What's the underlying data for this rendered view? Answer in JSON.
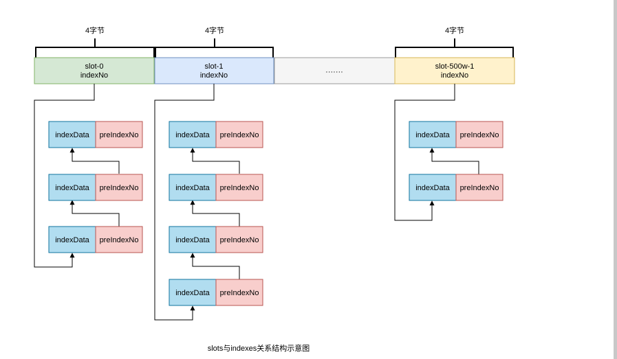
{
  "diagram": {
    "size_label": "4字节",
    "ellipsis": "·······",
    "caption": "slots与indexes关系结构示意图",
    "slots": [
      {
        "name": "slot-0",
        "sub": "indexNo",
        "fill": "#d5e8d4",
        "stroke": "#82b366"
      },
      {
        "name": "slot-1",
        "sub": "indexNo",
        "fill": "#dae8fc",
        "stroke": "#6c8ebf"
      },
      {
        "name": "slot-500w-1",
        "sub": "indexNo",
        "fill": "#fff2cc",
        "stroke": "#d6b656"
      }
    ],
    "gap_fill": "#f5f5f5",
    "gap_stroke": "#999999",
    "index_cell": {
      "left": "indexData",
      "right": "preIndexNo",
      "left_fill": "#b1ddf0",
      "left_stroke": "#10739e",
      "right_fill": "#f8cecc",
      "right_stroke": "#b85450"
    }
  }
}
